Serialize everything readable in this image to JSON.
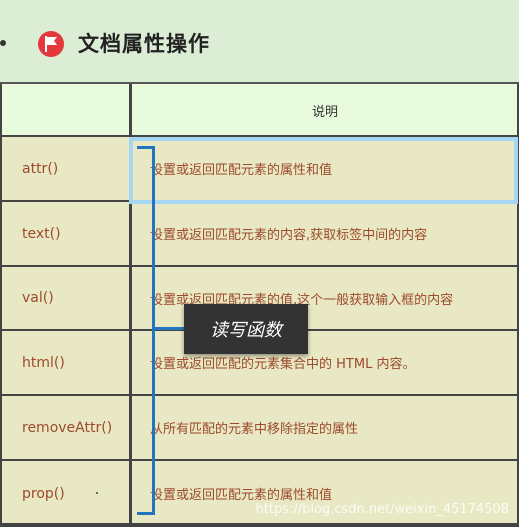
{
  "header": {
    "title": "文档属性操作"
  },
  "table": {
    "column_header_right": "说明",
    "rows": [
      {
        "name": "attr()",
        "description": "设置或返回匹配元素的属性和值"
      },
      {
        "name": "text()",
        "description": "设置或返回匹配元素的内容,获取标签中间的内容"
      },
      {
        "name": "val()",
        "description": "设置或返回匹配元素的值,这个一般获取输入框的内容"
      },
      {
        "name": "html()",
        "description": "设置或返回匹配的元素集合中的 HTML 内容。"
      },
      {
        "name": "removeAttr()",
        "description": "从所有匹配的元素中移除指定的属性"
      },
      {
        "name": "prop()",
        "description": "设置或返回匹配元素的属性和值"
      }
    ]
  },
  "annotation": {
    "label": "读写函数"
  },
  "watermark": "https://blog.csdn.net/weixin_45174508",
  "colors": {
    "header_bg": "#dbedd5",
    "table_bg": "#e9e8c4",
    "flag_red": "#e4393c",
    "bracket_blue": "#2276c0",
    "highlight_blue": "#a6d7f2"
  }
}
